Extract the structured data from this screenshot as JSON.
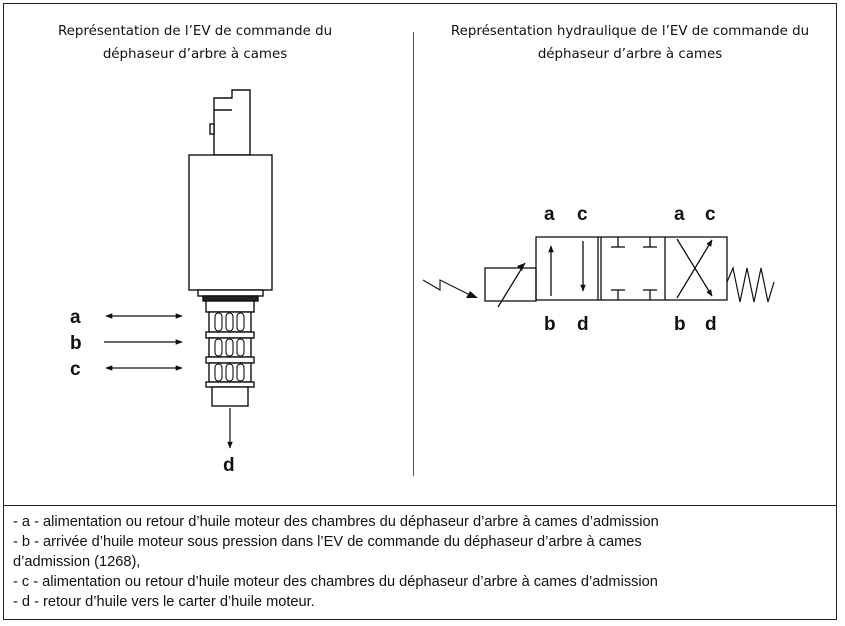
{
  "titles": {
    "left": [
      "Représentation de l’EV de commande du",
      "déphaseur d’arbre à cames"
    ],
    "right": [
      "Représentation hydraulique de l’EV de commande du",
      "déphaseur d’arbre à cames"
    ]
  },
  "valve_labels": {
    "a": "a",
    "b": "b",
    "c": "c",
    "d": "d"
  },
  "hydraulic_labels": {
    "top_left_a": "a",
    "top_left_c": "c",
    "top_right_a": "a",
    "top_right_c": "c",
    "bottom_left_b": "b",
    "bottom_left_d": "d",
    "bottom_right_b": "b",
    "bottom_right_d": "d"
  },
  "legend": [
    "- a - alimentation ou retour d’huile moteur des chambres du déphaseur d’arbre à cames d’admission",
    "- b - arrivée d’huile moteur sous pression dans l’EV de commande du déphaseur d’arbre à cames",
    "d’admission (1268),",
    "- c - alimentation ou retour d’huile moteur des chambres du déphaseur d’arbre à cames d’admission",
    "- d - retour d’huile vers le carter d’huile moteur."
  ]
}
